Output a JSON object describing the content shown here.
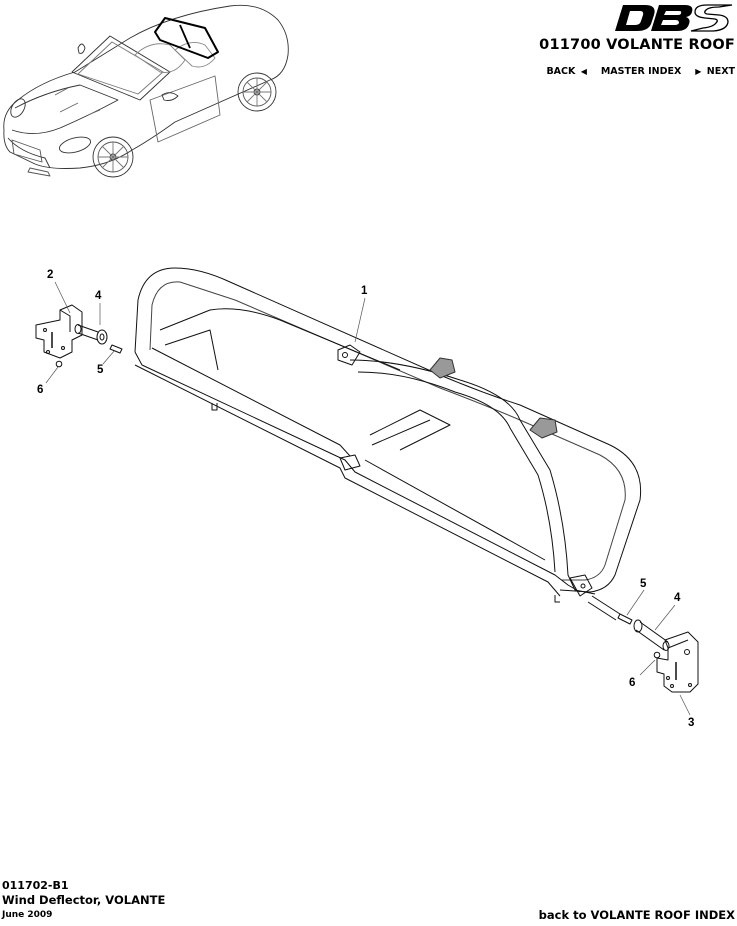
{
  "header": {
    "brand_logo": "DBS",
    "section_title": "011700 VOLANTE ROOF",
    "nav": {
      "back_label": "BACK",
      "back_icon": "triangle-left",
      "master_index_label": "MASTER INDEX",
      "next_icon": "triangle-right",
      "next_label": "NEXT"
    }
  },
  "illustration": {
    "overview": "car-overview-volante",
    "callouts": [
      {
        "number": "1",
        "part": "wind-deflector-frame"
      },
      {
        "number": "2",
        "part": "bracket-left"
      },
      {
        "number": "3",
        "part": "bracket-right"
      },
      {
        "number": "4",
        "part": "pivot-pin-left"
      },
      {
        "number": "5",
        "part": "screw-left"
      },
      {
        "number": "6",
        "part": "screw-bracket-left"
      },
      {
        "number": "5",
        "part": "screw-right"
      },
      {
        "number": "4",
        "part": "pivot-pin-right"
      },
      {
        "number": "6",
        "part": "screw-bracket-right"
      }
    ]
  },
  "footer": {
    "part_code": "011702-B1",
    "title": "Wind Deflector, VOLANTE",
    "date": "June 2009",
    "back_link": "back to VOLANTE ROOF INDEX"
  }
}
